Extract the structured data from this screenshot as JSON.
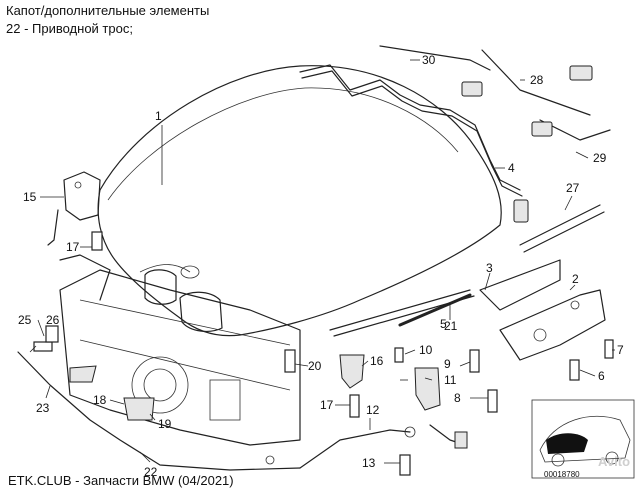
{
  "header": {
    "title": "Капот/дополнительные элементы",
    "subtitle": "22 - Приводной трос;"
  },
  "footer": {
    "source": "ETK.CLUB - Запчасти BMW (04/2021)",
    "diagram_number": "00018780"
  },
  "callouts": [
    "1",
    "2",
    "3",
    "4",
    "5",
    "6",
    "7",
    "8",
    "9",
    "10",
    "11",
    "12",
    "13",
    "15",
    "16",
    "17",
    "17",
    "18",
    "19",
    "20",
    "21",
    "22",
    "23",
    "25",
    "26",
    "27",
    "28",
    "29",
    "30"
  ],
  "watermark": "Avito"
}
